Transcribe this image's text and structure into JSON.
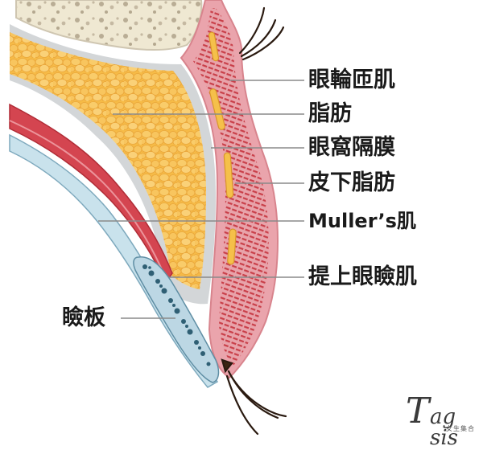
{
  "labels": {
    "orbicularis": "眼輪匝肌",
    "fat": "脂肪",
    "septum": "眼窩隔膜",
    "subcutaneous_fat": "皮下脂肪",
    "muller": "Muller’s肌",
    "levator": "提上眼瞼肌",
    "tarsus": "瞼板"
  },
  "logo": {
    "initial": "T",
    "wordmark": "ag sis",
    "subtitle": "女生集合"
  },
  "colors": {
    "fat_fill": "#f5b740",
    "skin_pink": "#eaa0a8",
    "muscle_red": "#c9323c",
    "septum_grey": "#cfd2d4",
    "bone_cream": "#efe9d6",
    "tarsus_blue": "#c5dde8",
    "leader_line": "#8a8a8a"
  }
}
